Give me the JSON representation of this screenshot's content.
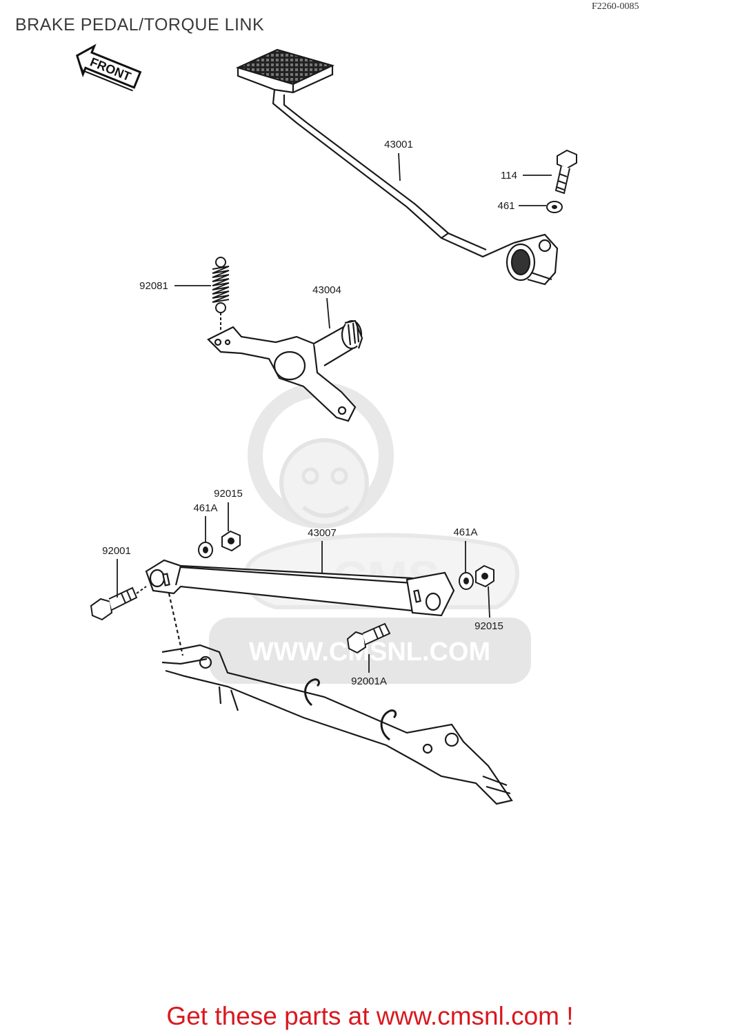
{
  "header": {
    "title": "BRAKE PEDAL/TORQUE LINK",
    "diagram_code": "F2260-0085"
  },
  "direction_marker": {
    "label": "FRONT"
  },
  "watermark": {
    "url_text": "WWW.CMSNL.COM"
  },
  "callouts": [
    {
      "id": "43001",
      "label": "43001"
    },
    {
      "id": "114",
      "label": "114"
    },
    {
      "id": "461",
      "label": "461"
    },
    {
      "id": "92081",
      "label": "92081"
    },
    {
      "id": "43004",
      "label": "43004"
    },
    {
      "id": "92015-left",
      "label": "92015"
    },
    {
      "id": "461A-left",
      "label": "461A"
    },
    {
      "id": "43007",
      "label": "43007"
    },
    {
      "id": "461A-right",
      "label": "461A"
    },
    {
      "id": "92001",
      "label": "92001"
    },
    {
      "id": "92015-right",
      "label": "92015"
    },
    {
      "id": "92001A",
      "label": "92001A"
    }
  ],
  "footer": {
    "link_text": "Get these parts at www.cmsnl.com !",
    "link_color": "#d9181e"
  }
}
